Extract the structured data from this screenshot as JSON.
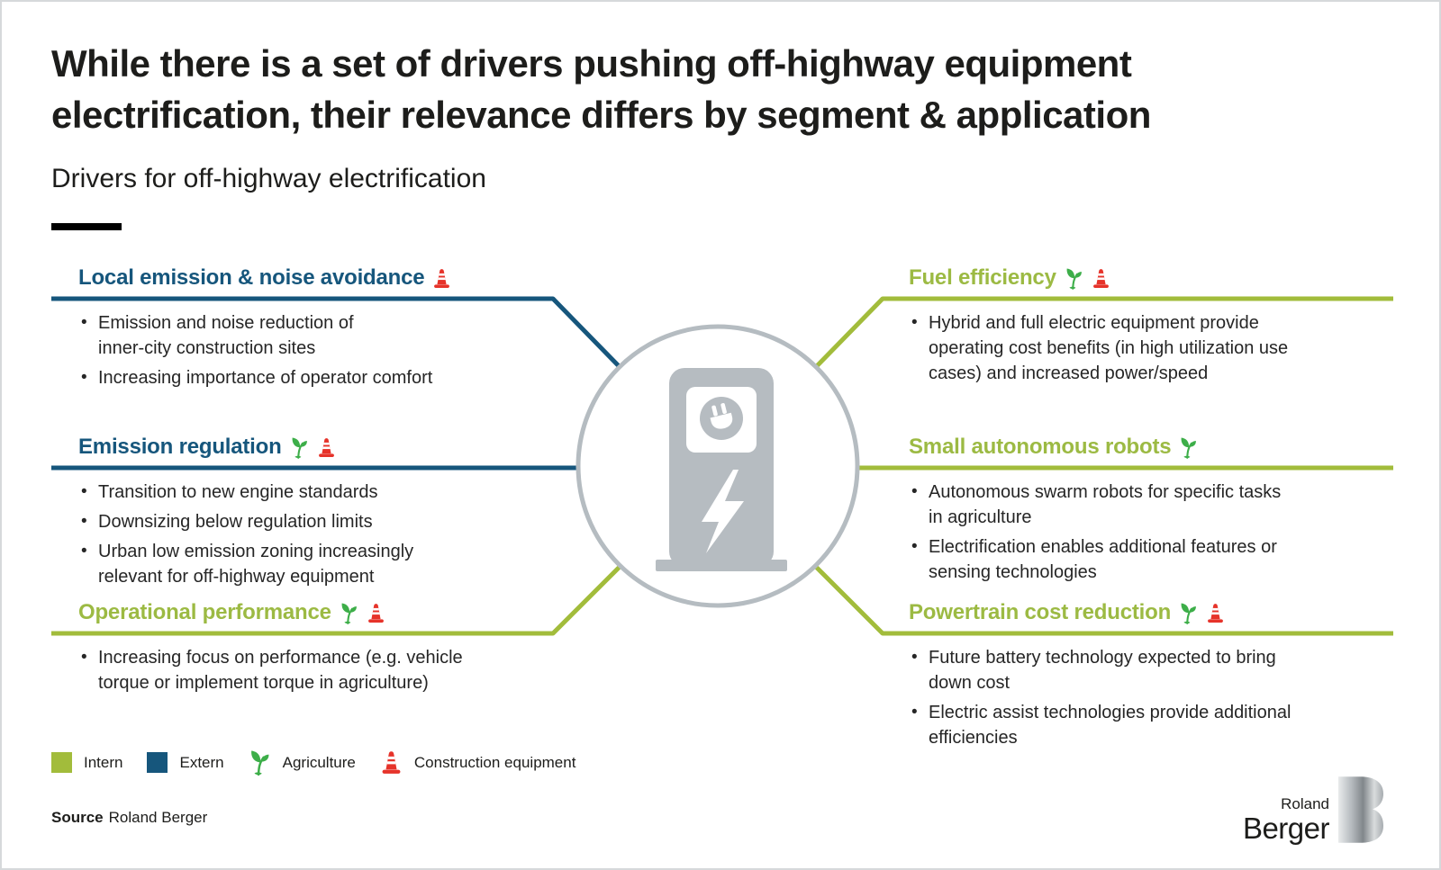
{
  "header": {
    "title_lines": [
      "While there is a set of drivers pushing off-highway equipment",
      "electrification, their relevance differs by segment & application"
    ],
    "subtitle": "Drivers for off-highway electrification"
  },
  "sections": [
    {
      "title": "Local emission & noise avoidance",
      "group": "extern",
      "icons": [
        "construction-equipment"
      ],
      "bullets": [
        "Emission and noise reduction of\ninner-city construction sites",
        "Increasing importance of operator comfort"
      ]
    },
    {
      "title": "Emission regulation",
      "group": "extern",
      "icons": [
        "agriculture",
        "construction-equipment"
      ],
      "bullets": [
        "Transition to new engine standards",
        "Downsizing below regulation limits",
        "Urban low emission zoning increasingly\nrelevant for off-highway equipment"
      ]
    },
    {
      "title": "Operational performance",
      "group": "intern",
      "icons": [
        "agriculture",
        "construction-equipment"
      ],
      "bullets": [
        "Increasing focus on performance (e.g. vehicle\ntorque or implement torque in agriculture)"
      ]
    },
    {
      "title": "Fuel efficiency",
      "group": "intern",
      "icons": [
        "agriculture",
        "construction-equipment"
      ],
      "bullets": [
        "Hybrid and full electric equipment provide\noperating cost benefits (in high utilization use\ncases) and increased power/speed"
      ]
    },
    {
      "title": "Small autonomous robots",
      "group": "intern",
      "icons": [
        "agriculture"
      ],
      "bullets": [
        "Autonomous swarm robots for specific tasks\nin agriculture",
        "Electrification enables additional features or\nsensing technologies"
      ]
    },
    {
      "title": "Powertrain cost reduction",
      "group": "intern",
      "icons": [
        "agriculture",
        "construction-equipment"
      ],
      "bullets": [
        "Future battery technology expected to bring\ndown cost",
        "Electric assist technologies provide additional\nefficiencies"
      ]
    }
  ],
  "legend": [
    {
      "label": "Intern",
      "type": "swatch",
      "color": "#a2bc3b"
    },
    {
      "label": "Extern",
      "type": "swatch",
      "color": "#16567c"
    },
    {
      "label": "Agriculture",
      "type": "icon",
      "icon": "agriculture"
    },
    {
      "label": "Construction equipment",
      "type": "icon",
      "icon": "construction-equipment"
    }
  ],
  "source": {
    "label": "Source",
    "text": "Roland Berger"
  },
  "logo": {
    "top": "Roland",
    "bottom": "Berger"
  },
  "colors": {
    "intern_green": "#a2bc3b",
    "extern_blue": "#16567c",
    "heading_green": "#9cba43",
    "agriculture_green": "#3dae49",
    "construction_red": "#e6332a",
    "station_gray": "#b6bcc1",
    "circle_gray": "#b5bcc1"
  }
}
